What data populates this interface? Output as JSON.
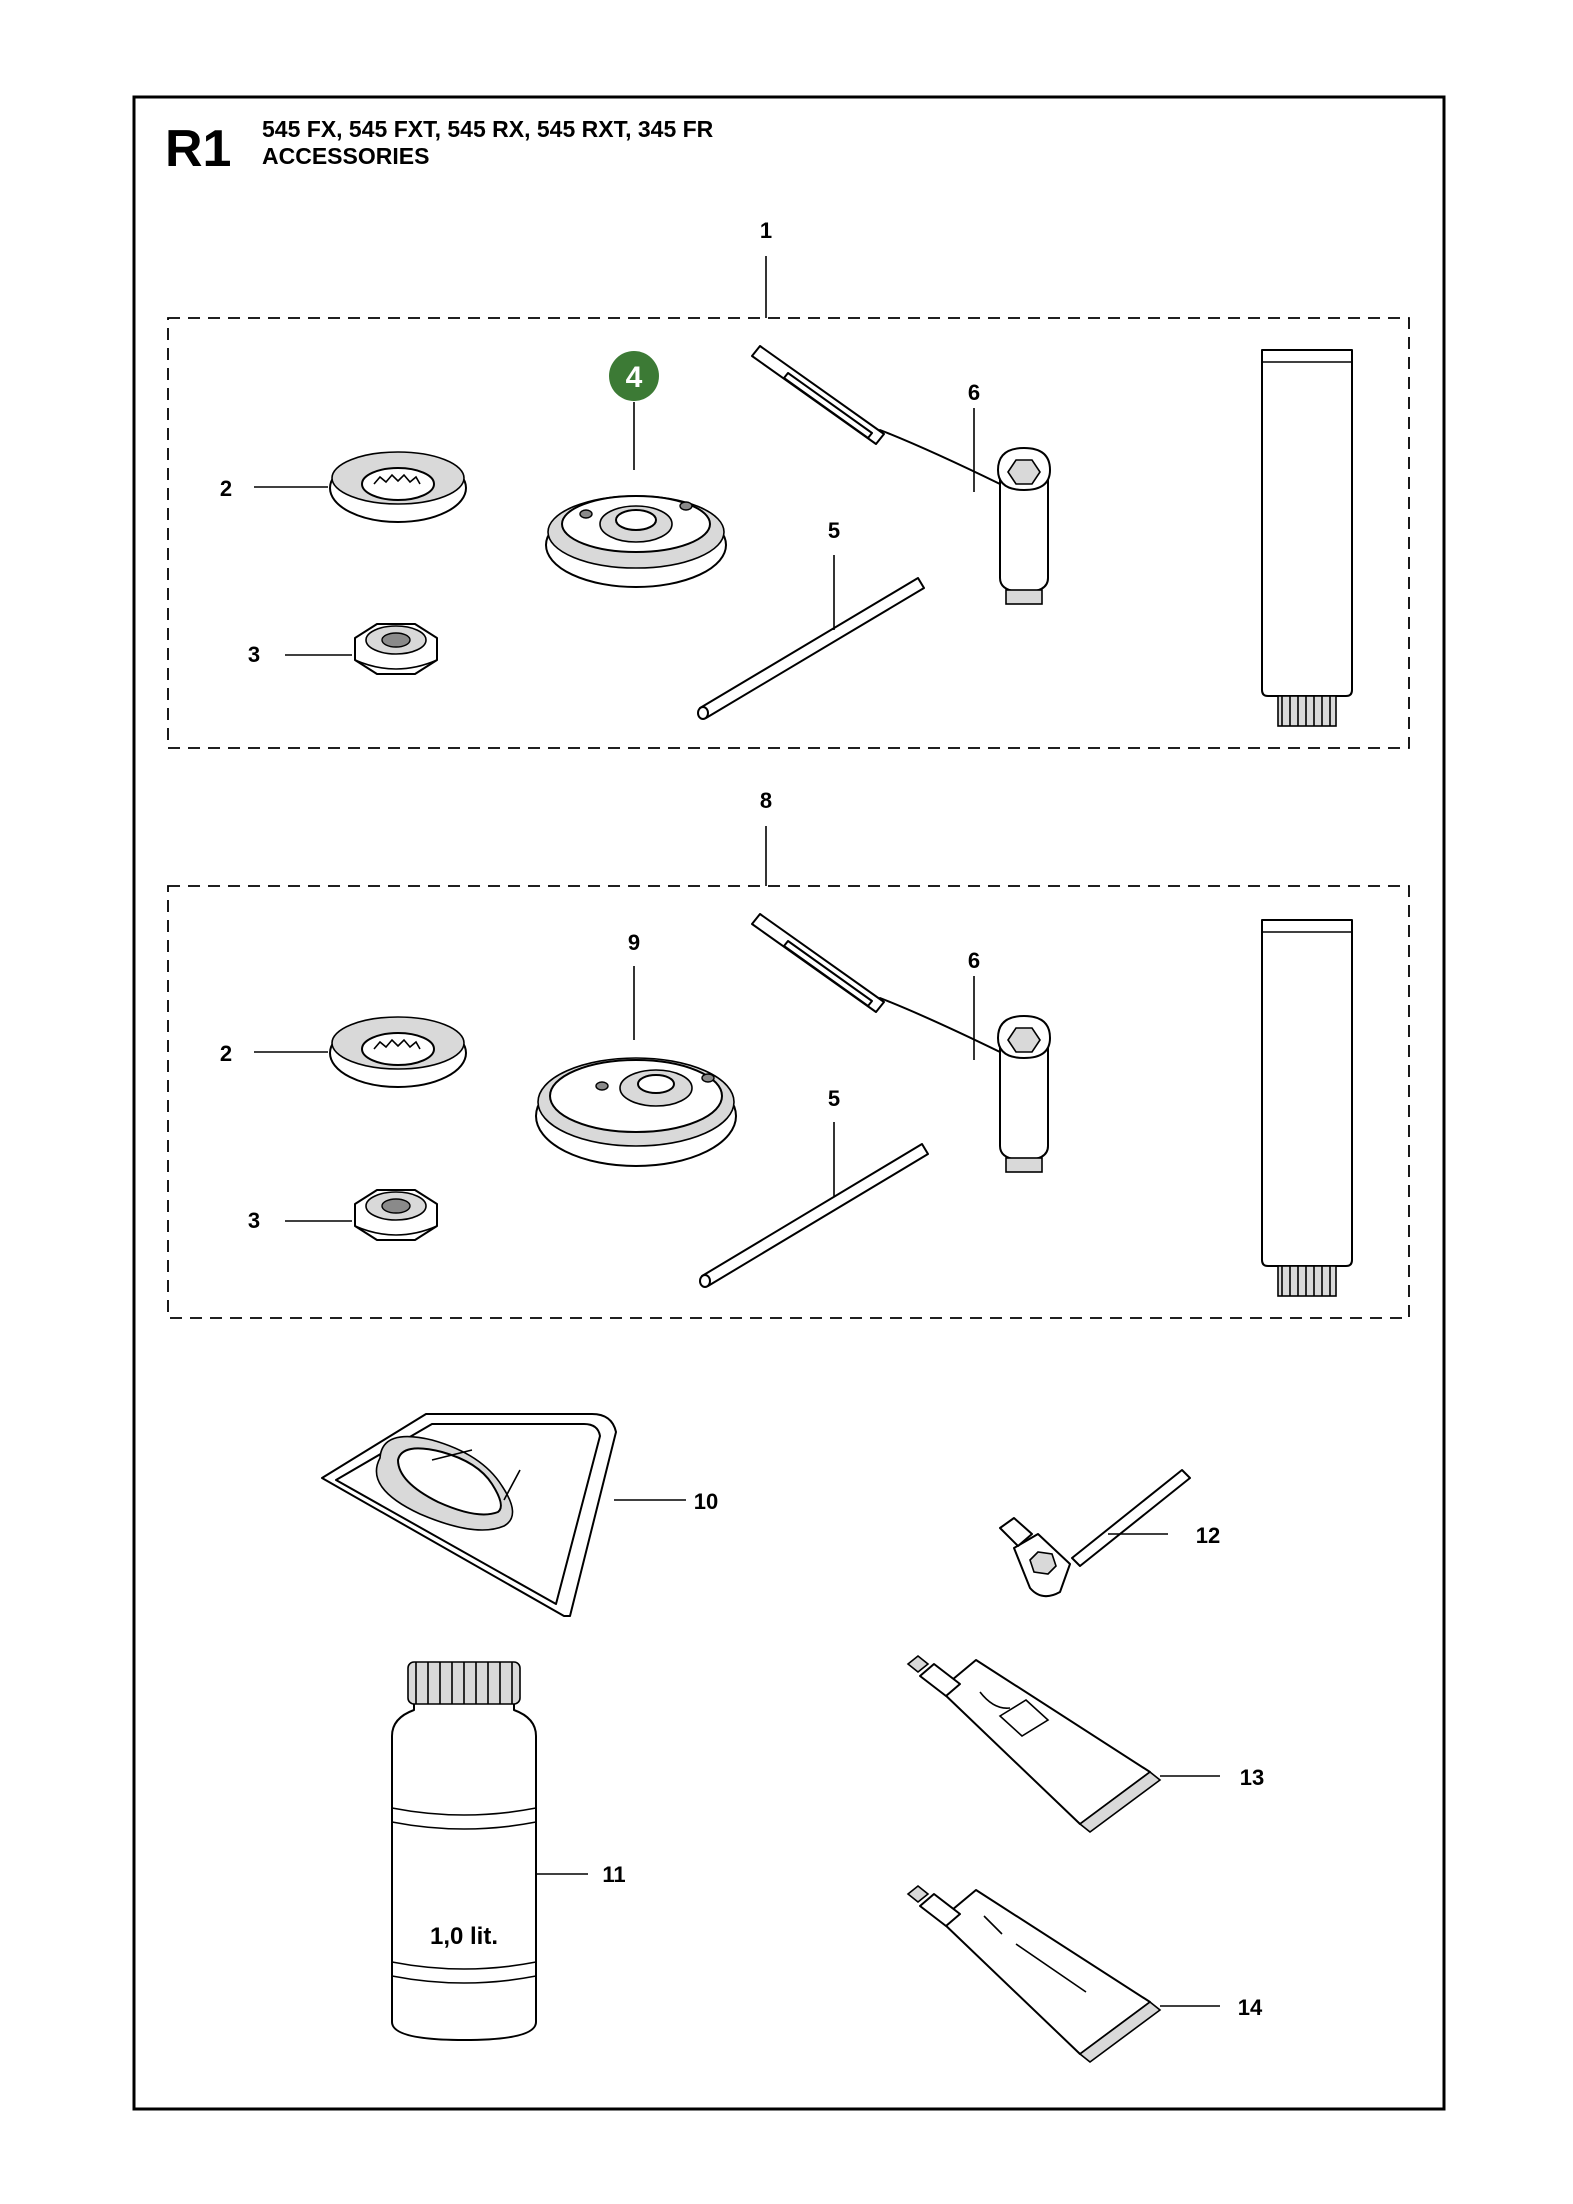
{
  "header": {
    "code": "R1",
    "models": "545 FX, 545 FXT, 545 RX, 545 RXT, 345 FR",
    "section": "ACCESSORIES"
  },
  "callouts": {
    "kit_top": "1",
    "kit_bottom": "8",
    "top": {
      "washer": "2",
      "nut": "3",
      "support_cup_highlighted": "4",
      "rod": "5",
      "combination_spanner": "6"
    },
    "bottom": {
      "washer": "2",
      "nut": "3",
      "support_cup": "9",
      "rod": "5",
      "combination_spanner": "6"
    },
    "harness_bag": "10",
    "oil_bottle": "11",
    "spanner_small": "12",
    "tube_a": "13",
    "tube_b": "14"
  },
  "bottle_text": "1,0 lit.",
  "colors": {
    "highlight": "#3c7a35",
    "ink": "#000000",
    "paper": "#ffffff"
  }
}
